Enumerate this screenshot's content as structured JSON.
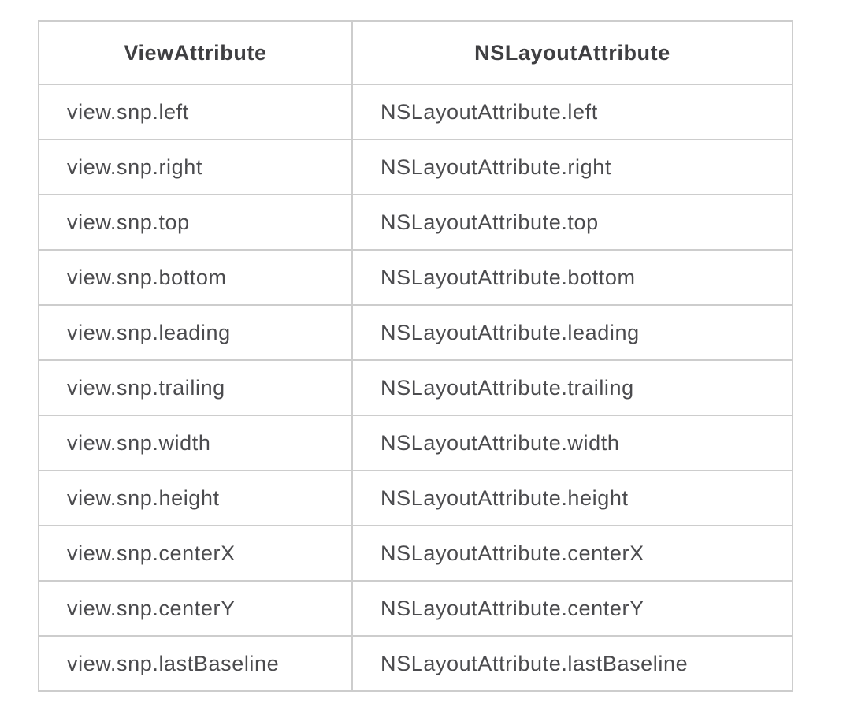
{
  "page": {
    "background_color": "#ffffff"
  },
  "table": {
    "name": "snapkit-viewattribute-nslayoutattribute-mapping",
    "colors": {
      "border": "#cdcdcd",
      "header_text": "#3f3f42",
      "cell_text": "#4b4b4e",
      "background": "#ffffff"
    },
    "headers": [
      {
        "label": "ViewAttribute"
      },
      {
        "label": "NSLayoutAttribute"
      }
    ],
    "rows": [
      {
        "view_attribute": "view.snp.left",
        "nslayout_attribute": "NSLayoutAttribute.left"
      },
      {
        "view_attribute": "view.snp.right",
        "nslayout_attribute": "NSLayoutAttribute.right"
      },
      {
        "view_attribute": "view.snp.top",
        "nslayout_attribute": "NSLayoutAttribute.top"
      },
      {
        "view_attribute": "view.snp.bottom",
        "nslayout_attribute": "NSLayoutAttribute.bottom"
      },
      {
        "view_attribute": "view.snp.leading",
        "nslayout_attribute": "NSLayoutAttribute.leading"
      },
      {
        "view_attribute": "view.snp.trailing",
        "nslayout_attribute": "NSLayoutAttribute.trailing"
      },
      {
        "view_attribute": "view.snp.width",
        "nslayout_attribute": "NSLayoutAttribute.width"
      },
      {
        "view_attribute": "view.snp.height",
        "nslayout_attribute": "NSLayoutAttribute.height"
      },
      {
        "view_attribute": "view.snp.centerX",
        "nslayout_attribute": "NSLayoutAttribute.centerX"
      },
      {
        "view_attribute": "view.snp.centerY",
        "nslayout_attribute": "NSLayoutAttribute.centerY"
      },
      {
        "view_attribute": "view.snp.lastBaseline",
        "nslayout_attribute": "NSLayoutAttribute.lastBaseline"
      }
    ]
  }
}
